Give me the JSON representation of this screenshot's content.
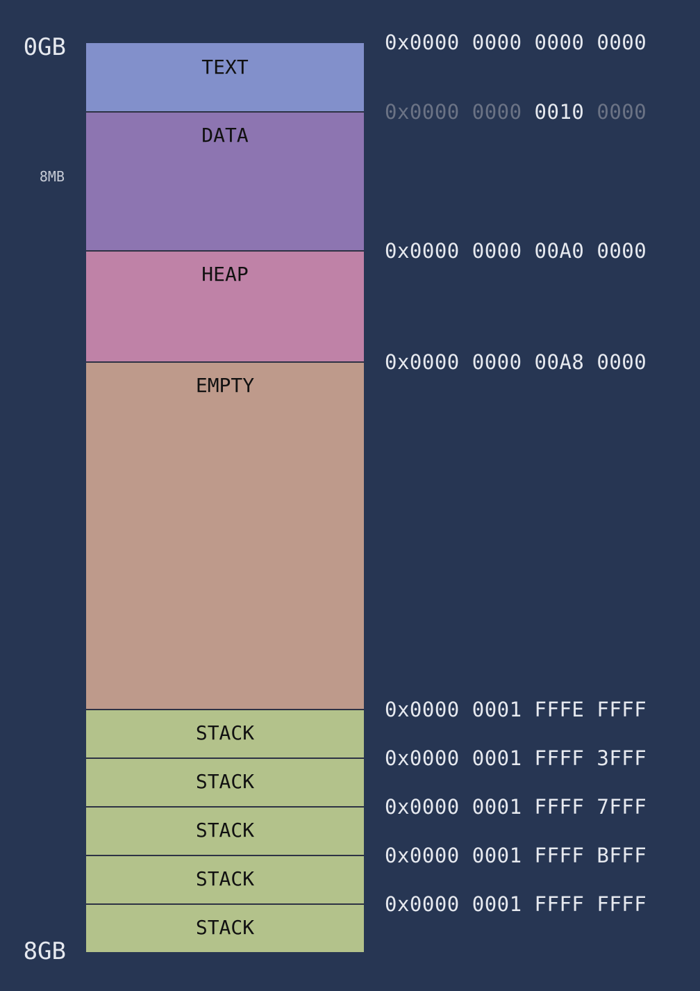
{
  "scale_labels": {
    "top": "0GB",
    "middle": "8MB",
    "bottom": "8GB"
  },
  "segments": [
    {
      "label": "TEXT",
      "color": "#8290cb"
    },
    {
      "label": "DATA",
      "color": "#8d75b1"
    },
    {
      "label": "HEAP",
      "color": "#bf82a7"
    },
    {
      "label": "EMPTY",
      "color": "#be9a8b"
    },
    {
      "label": "STACK",
      "color": "#b3c28b"
    },
    {
      "label": "STACK",
      "color": "#b3c28b"
    },
    {
      "label": "STACK",
      "color": "#b3c28b"
    },
    {
      "label": "STACK",
      "color": "#b3c28b"
    },
    {
      "label": "STACK",
      "color": "#b3c28b"
    }
  ],
  "addresses": [
    {
      "parts": [
        "0x0000",
        "0000",
        "0000",
        "0000"
      ]
    },
    {
      "parts": [
        "0x0000",
        "0000",
        "0010",
        "0000"
      ],
      "highlight": 2
    },
    {
      "parts": [
        "0x0000",
        "0000",
        "00A0",
        "0000"
      ]
    },
    {
      "parts": [
        "0x0000",
        "0000",
        "00A8",
        "0000"
      ]
    },
    {
      "parts": [
        "0x0000",
        "0001",
        "FFFE",
        "FFFF"
      ]
    },
    {
      "parts": [
        "0x0000",
        "0001",
        "FFFF",
        "3FFF"
      ]
    },
    {
      "parts": [
        "0x0000",
        "0001",
        "FFFF",
        "7FFF"
      ]
    },
    {
      "parts": [
        "0x0000",
        "0001",
        "FFFF",
        "BFFF"
      ]
    },
    {
      "parts": [
        "0x0000",
        "0001",
        "FFFF",
        "FFFF"
      ]
    }
  ]
}
